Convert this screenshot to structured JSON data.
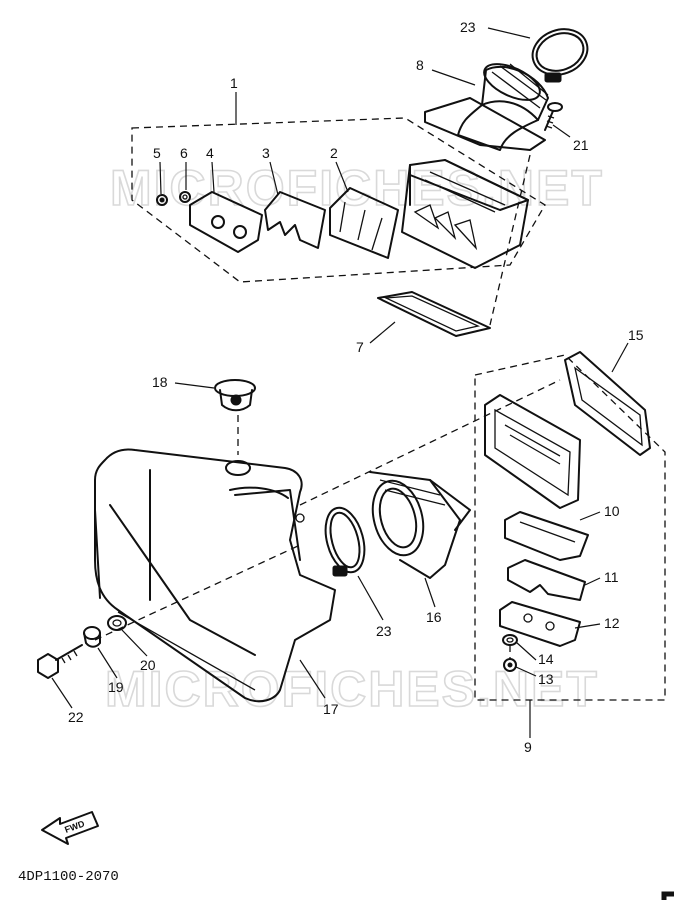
{
  "watermark": "MICROFICHES.NET",
  "diagram_code": "4DP1100-2070",
  "fwd_label": "FWD",
  "corner_mark": "",
  "callouts": {
    "p1": "1",
    "p2": "2",
    "p3": "3",
    "p4": "4",
    "p5": "5",
    "p6": "6",
    "p7": "7",
    "p8": "8",
    "p9": "9",
    "p10": "10",
    "p11": "11",
    "p12": "12",
    "p13": "13",
    "p14": "14",
    "p15": "15",
    "p16": "16",
    "p17": "17",
    "p18": "18",
    "p19": "19",
    "p20": "20",
    "p21": "21",
    "p22": "22",
    "p23a": "23",
    "p23b": "23"
  }
}
